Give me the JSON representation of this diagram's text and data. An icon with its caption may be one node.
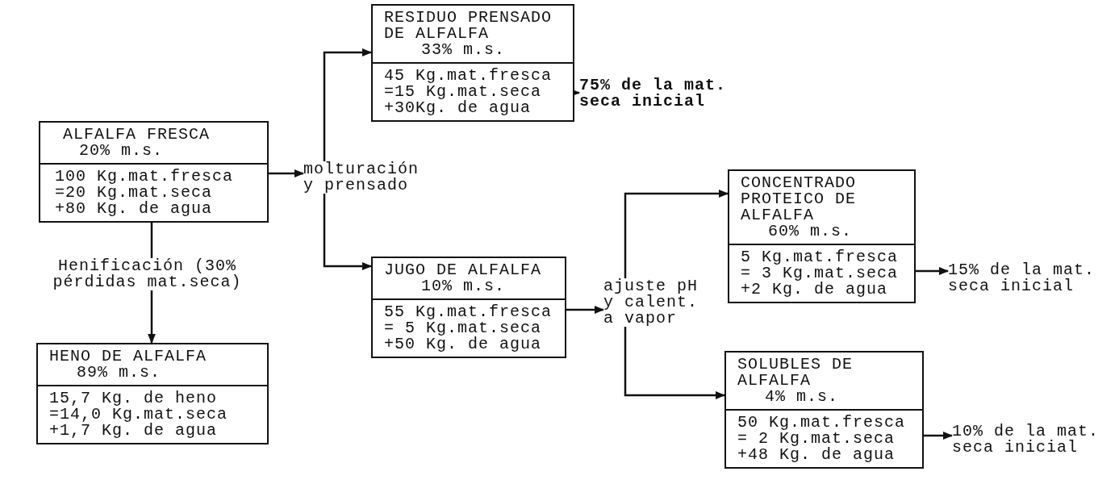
{
  "diagram": {
    "nodes": [
      {
        "text": [
          "ALFALFA FRESCA",
          "20% m.s.",
          "100 Kg.mat.fresca =20 Kg.mat.seca +80 Kg. de agua"
        ]
      },
      {
        "text": [
          "molturación y prensado"
        ]
      },
      {
        "text": [
          "RESIDUO PRENSADO DE ALFALFA",
          "33% m.s.",
          "45 Kg.mat.fresca =15 Kg.mat.seca +30Kg. de agua"
        ]
      },
      {
        "text": [
          "75% de la mat. seca inicial"
        ]
      },
      {
        "text": [
          "JUGO DE ALFALFA",
          "10% m.s.",
          "55 Kg.mat.fresca = 5 Kg.mat.seca +50 Kg. de agua"
        ]
      },
      {
        "text": [
          "ajuste pH y calent. a vapor"
        ]
      },
      {
        "text": [
          "CONCENTRADO PROTEICO DE ALFALFA",
          "60% m.s.",
          "5 Kg.mat.fresca = 3 Kg.mat.seca +2 Kg. de agua"
        ]
      },
      {
        "text": [
          "15% de la mat. seca inicial"
        ]
      },
      {
        "text": [
          "Henificación (30% pérdidas mat.seca)"
        ]
      },
      {
        "text": [
          "HENO DE ALFALFA",
          "89% m.s.",
          "15,7 Kg. de heno =14,0 Kg.mat.seca +1,7 Kg. de agua"
        ]
      },
      {
        "text": [
          "SOLUBLES DE ALFALFA",
          "4% m.s.",
          "50 Kg.mat.fresca = 2 Kg.mat.seca +48 Kg. de agua"
        ]
      },
      {
        "text": [
          "10% de la mat. seca inicial"
        ]
      }
    ],
    "edges": [
      {
        "from": 0,
        "to": 1,
        "arrow": "to"
      },
      {
        "from": 1,
        "to": 2,
        "arrow": "to"
      },
      {
        "from": 1,
        "to": 4,
        "arrow": "to"
      },
      {
        "from": 2,
        "to": 3,
        "arrow": "to"
      },
      {
        "from": 4,
        "to": 5,
        "arrow": "to"
      },
      {
        "from": 5,
        "to": 6,
        "arrow": "to"
      },
      {
        "from": 5,
        "to": 10,
        "arrow": "to"
      },
      {
        "from": 6,
        "to": 7,
        "arrow": "to"
      },
      {
        "from": 10,
        "to": 11,
        "arrow": "to"
      },
      {
        "from": 0,
        "to": 8,
        "arrow": "none"
      },
      {
        "from": 8,
        "to": 9,
        "arrow": "to"
      }
    ]
  }
}
